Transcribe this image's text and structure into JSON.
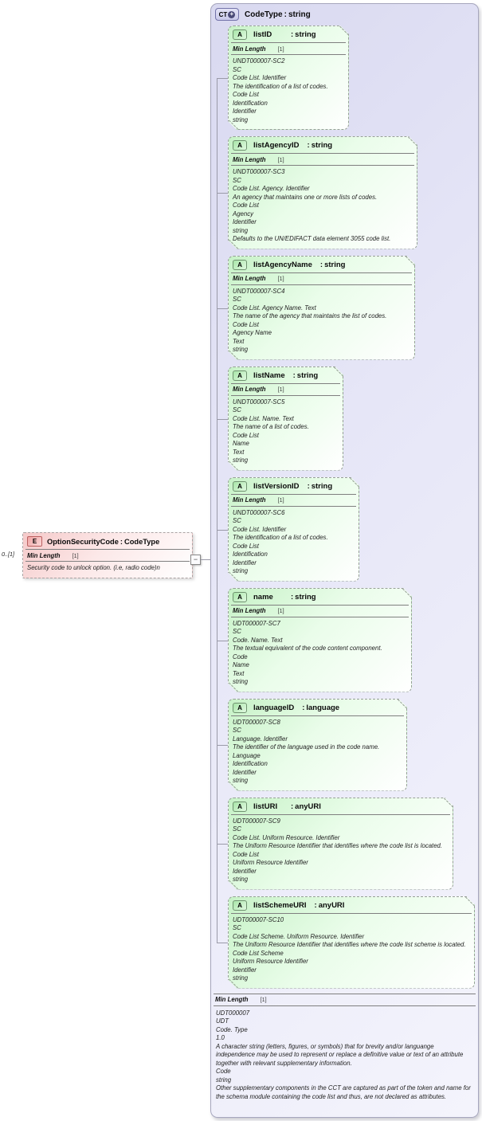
{
  "labels": {
    "type_separator": ":"
  },
  "element": {
    "icon_label": "E",
    "name": "OptionSecurityCode",
    "type": "CodeType",
    "cardinality": "0..[1]",
    "facet": {
      "name": "Min Length",
      "value": "[1]"
    },
    "description": "Security code to unlock option. (i.e, radio code)n",
    "handle_glyph": "−"
  },
  "complex_type": {
    "icon_label": "CT",
    "plus_glyph": "+",
    "name": "CodeType",
    "type": "string",
    "facet": {
      "name": "Min Length",
      "value": "[1]"
    },
    "doc_lines": [
      "UDT000007",
      "UDT",
      "Code. Type",
      "1.0",
      "A character string (letters, figures, or symbols) that for brevity and/or languange independence may be used to represent or replace a definitive value or text of an attribute together with relevant supplementary information.",
      "Code",
      "string",
      "Other supplementary components in the CCT are captured as part of the token and name for the schema module containing the code list and thus, are not declared as attributes."
    ],
    "attributes": [
      {
        "icon_label": "A",
        "name": "listID",
        "type": "string",
        "facet": {
          "name": "Min Length",
          "value": "[1]"
        },
        "lines": [
          "UNDT000007-SC2",
          "SC",
          "Code List. Identifier",
          "The identification of a list of codes.",
          "Code List",
          "Identification",
          "Identifier",
          "string"
        ]
      },
      {
        "icon_label": "A",
        "name": "listAgencyID",
        "type": "string",
        "facet": {
          "name": "Min Length",
          "value": "[1]"
        },
        "lines": [
          "UNDT000007-SC3",
          "SC",
          "Code List. Agency. Identifier",
          "An agency that maintains one or more lists of codes.",
          "Code List",
          "Agency",
          "Identifier",
          "string",
          "Defaults to the UN/EDIFACT data element 3055 code list."
        ]
      },
      {
        "icon_label": "A",
        "name": "listAgencyName",
        "type": "string",
        "facet": {
          "name": "Min Length",
          "value": "[1]"
        },
        "lines": [
          "UNDT000007-SC4",
          "SC",
          "Code List. Agency Name. Text",
          "The name of the agency that maintains the list of codes.",
          "Code List",
          "Agency Name",
          "Text",
          "string"
        ]
      },
      {
        "icon_label": "A",
        "name": "listName",
        "type": "string",
        "facet": {
          "name": "Min Length",
          "value": "[1]"
        },
        "lines": [
          "UNDT000007-SC5",
          "SC",
          "Code List. Name. Text",
          "The name of a list of codes.",
          "Code List",
          "Name",
          "Text",
          "string"
        ]
      },
      {
        "icon_label": "A",
        "name": "listVersionID",
        "type": "string",
        "facet": {
          "name": "Min Length",
          "value": "[1]"
        },
        "lines": [
          "UNDT000007-SC6",
          "SC",
          "Code List. Identifier",
          "The identification of a list of codes.",
          "Code List",
          "Identification",
          "Identifier",
          "string"
        ]
      },
      {
        "icon_label": "A",
        "name": "name",
        "type": "string",
        "facet": {
          "name": "Min Length",
          "value": "[1]"
        },
        "lines": [
          "UDT000007-SC7",
          "SC",
          "Code. Name. Text",
          "The textual equivalent of the code content component.",
          "Code",
          "Name",
          "Text",
          "string"
        ]
      },
      {
        "icon_label": "A",
        "name": "languageID",
        "type": "language",
        "facet": null,
        "lines": [
          "UDT000007-SC8",
          "SC",
          "Language. Identifier",
          "The identifier of the language used in the code name.",
          "Language",
          "Identification",
          "Identifier",
          "string"
        ]
      },
      {
        "icon_label": "A",
        "name": "listURI",
        "type": "anyURI",
        "facet": null,
        "lines": [
          "UDT000007-SC9",
          "SC",
          "Code List. Uniform Resource. Identifier",
          "The Uniform Resource Identifier that identifies where the code list is located.",
          "Code List",
          "Uniform Resource Identifier",
          "Identifier",
          "string"
        ]
      },
      {
        "icon_label": "A",
        "name": "listSchemeURI",
        "type": "anyURI",
        "facet": null,
        "lines": [
          "UDT000007-SC10",
          "SC",
          "Code List Scheme. Uniform Resource. Identifier",
          "The Uniform Resource Identifier that identifies where the code list scheme is located.",
          "Code List Scheme",
          "Uniform Resource Identifier",
          "Identifier",
          "string"
        ]
      }
    ]
  }
}
